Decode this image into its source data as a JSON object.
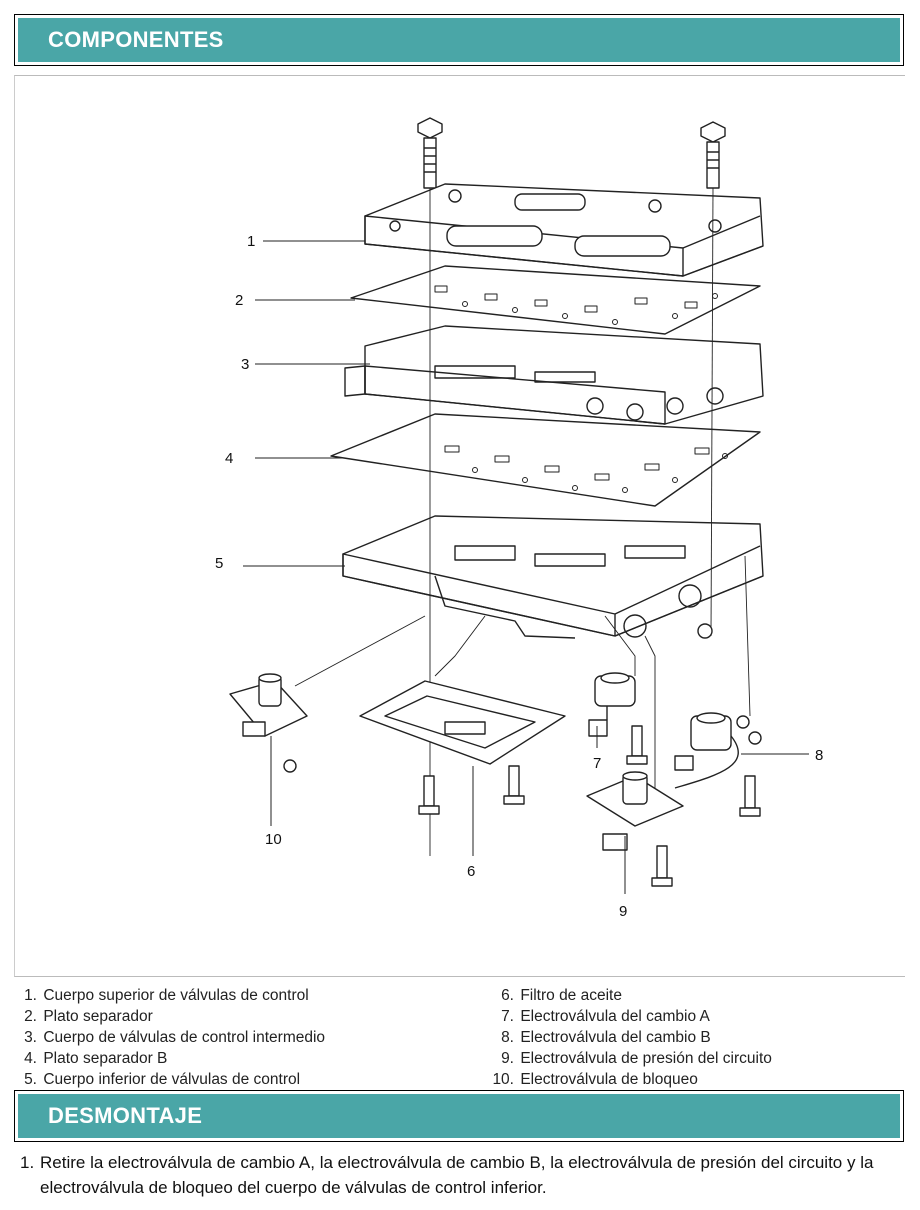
{
  "sections": {
    "componentes": "COMPONENTES",
    "desmontaje": "DESMONTAJE"
  },
  "callouts": [
    "1",
    "2",
    "3",
    "4",
    "5",
    "6",
    "7",
    "8",
    "9",
    "10"
  ],
  "legend": [
    {
      "num": "1.",
      "label": "Cuerpo superior de válvulas de control"
    },
    {
      "num": "2.",
      "label": "Plato separador"
    },
    {
      "num": "3.",
      "label": "Cuerpo de válvulas de control intermedio"
    },
    {
      "num": "4.",
      "label": "Plato separador B"
    },
    {
      "num": "5.",
      "label": "Cuerpo inferior de válvulas de control"
    },
    {
      "num": "6.",
      "label": "Filtro de aceite"
    },
    {
      "num": "7.",
      "label": "Electroválvula del cambio A"
    },
    {
      "num": "8.",
      "label": "Electroválvula del cambio B"
    },
    {
      "num": "9.",
      "label": "Electroválvula de presión del circuito"
    },
    {
      "num": "10.",
      "label": "Electroválvula de bloqueo"
    }
  ],
  "steps": [
    {
      "num": "1.",
      "text": "Retire la electroválvula de cambio A, la electroválvula de cambio B, la electroválvula de presión del circuito y la electroválvula de bloqueo del cuerpo de válvulas de control inferior."
    }
  ],
  "colors": {
    "banner": "#4aa6a7",
    "banner_text": "#ffffff"
  }
}
